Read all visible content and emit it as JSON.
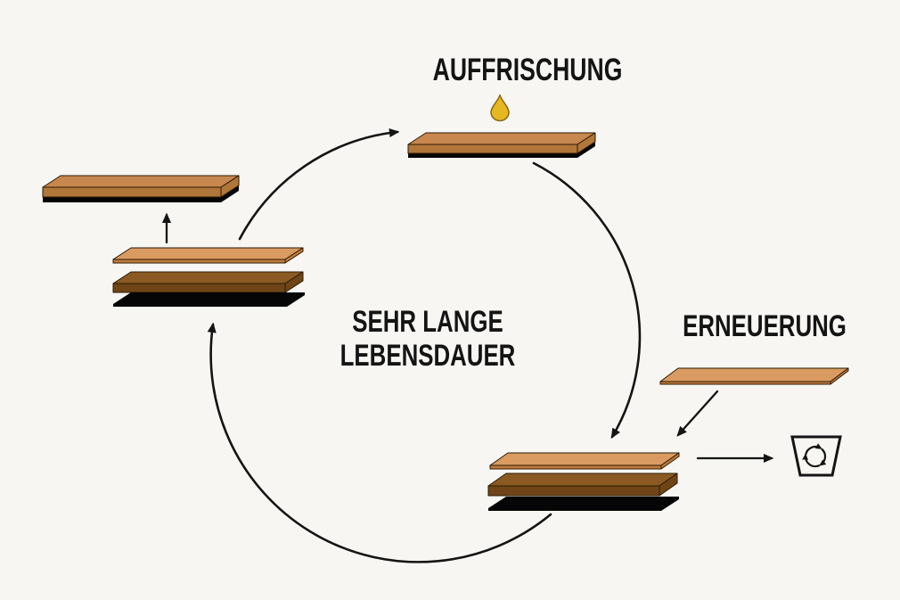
{
  "labels": {
    "refresh": "AUFFRISCHUNG",
    "lifespan_line1": "SEHR LANGE",
    "lifespan_line2": "LEBENSDAUER",
    "renewal": "ERNEUERUNG"
  },
  "colors": {
    "background": "#F7F6F2",
    "text": "#141414",
    "line": "#141414",
    "plank_top": "#C8874E",
    "plank_front": "#B0763A",
    "veneer_top": "#D99B61",
    "veneer_front": "#C07B3A",
    "core_top": "#8B5A23",
    "core_front": "#6F4517",
    "plank_outline": "#2B1A06",
    "underlay": "#060606",
    "drop_fill": "#E6B723",
    "drop_outline": "#8B6914"
  },
  "icons": {
    "drop": "oil-drop",
    "bin": "recycle-bin"
  },
  "diagram": {
    "type": "cycle",
    "stages": [
      "AUFFRISCHUNG",
      "ERNEUERUNG"
    ],
    "center_message": "SEHR LANGE LEBENSDAUER"
  }
}
